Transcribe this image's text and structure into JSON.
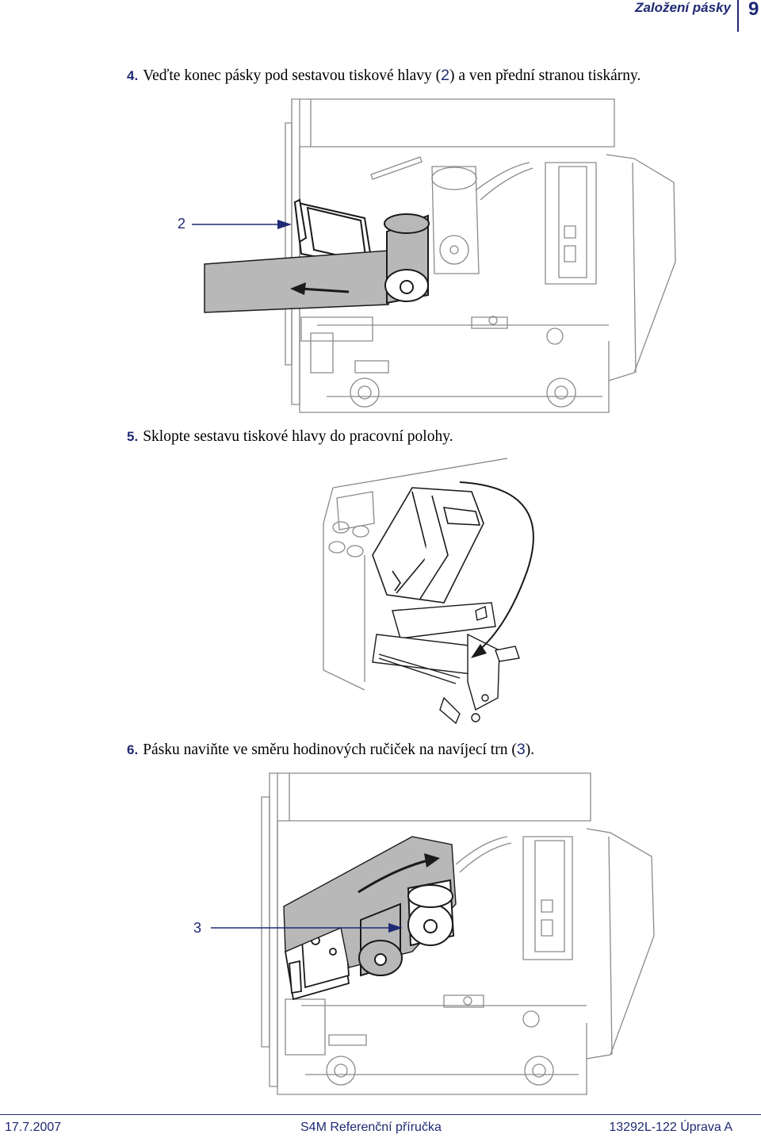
{
  "header": {
    "section_title": "Založení pásky",
    "page_number": "9"
  },
  "steps": [
    {
      "number": "4.",
      "text_before": "Veďte konec pásky pod sestavou tiskové hlavy (",
      "callout": "2",
      "text_after": ") a ven přední stranou tiskárny."
    },
    {
      "number": "5.",
      "text": "Sklopte sestavu tiskové hlavy do pracovní polohy."
    },
    {
      "number": "6.",
      "text_before": "Pásku naviňte ve směru hodinových ručiček na navíjecí trn (",
      "callout": "3",
      "text_after": ")."
    }
  ],
  "figures": {
    "fig1_callout": "2",
    "fig3_callout": "3"
  },
  "footer": {
    "date": "17.7.2007",
    "doc_title": "S4M Referenční příručka",
    "doc_id": "13292L-122 Úprava A"
  },
  "colors": {
    "accent": "#1f2a73",
    "line": "#8a8a8a",
    "ribbon": "#b8b8b8",
    "dark": "#1a1a1a"
  }
}
